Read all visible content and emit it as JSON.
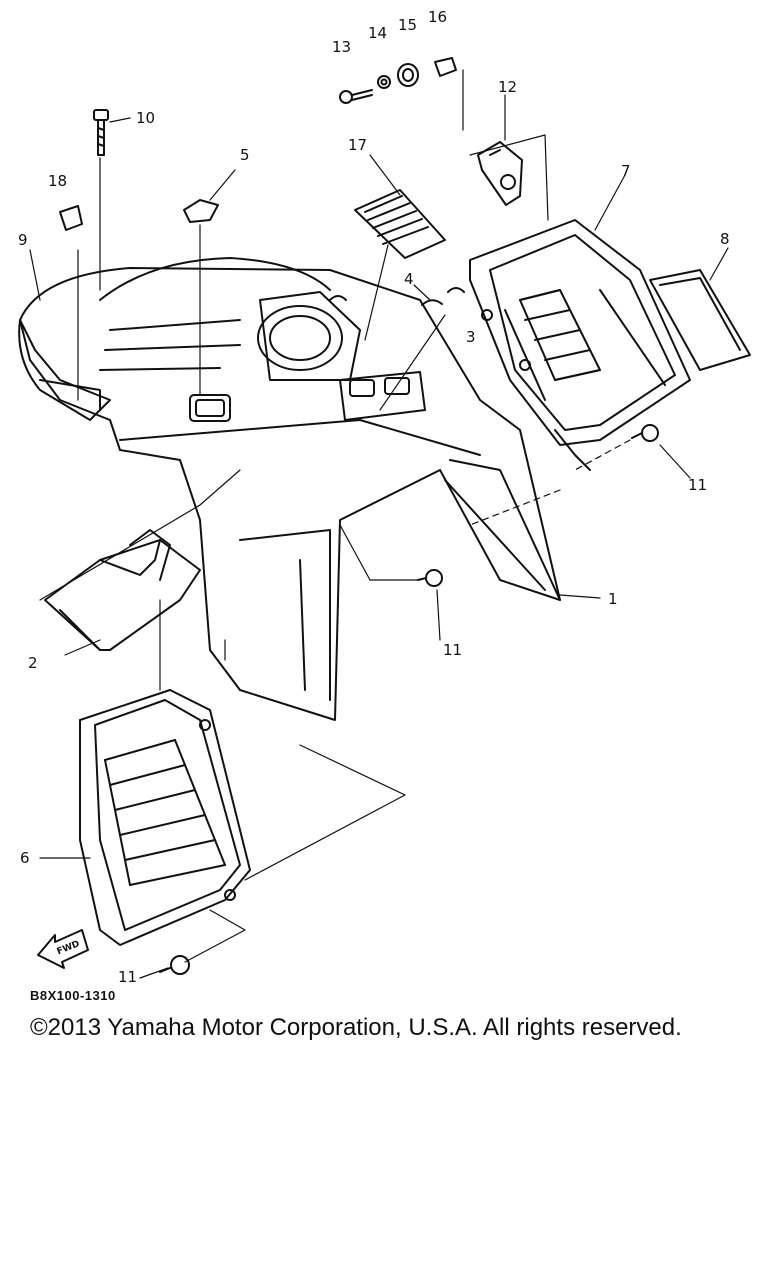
{
  "diagram": {
    "code": "B8X100-1310",
    "copyright": "©2013 Yamaha Motor Corporation, U.S.A. All rights reserved.",
    "fwd_label": "FWD",
    "callouts": {
      "c1": "1",
      "c2": "2",
      "c3": "3",
      "c4": "4",
      "c5": "5",
      "c6": "6",
      "c7": "7",
      "c8": "8",
      "c9": "9",
      "c10": "10",
      "c11a": "11",
      "c11b": "11",
      "c11c": "11",
      "c12": "12",
      "c13": "13",
      "c14": "14",
      "c15": "15",
      "c16": "16",
      "c17": "17",
      "c18": "18"
    }
  }
}
